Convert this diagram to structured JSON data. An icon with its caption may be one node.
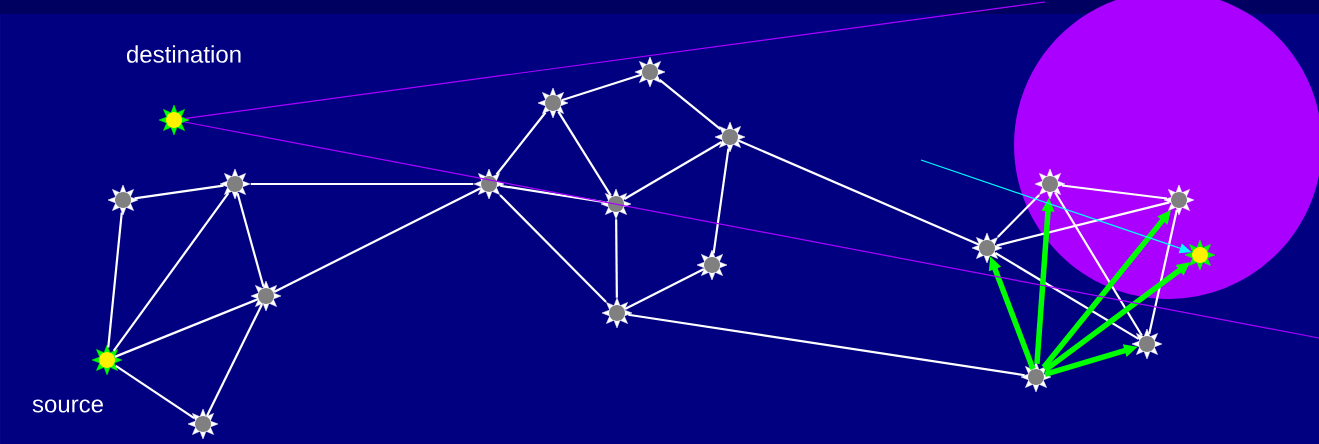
{
  "diagram": {
    "nodes": [
      {
        "text": [],
        "shape": "star",
        "beside": [
          "source"
        ]
      },
      {
        "text": [],
        "shape": "star"
      },
      {
        "text": [],
        "shape": "star",
        "beside": [
          "destination"
        ]
      },
      {
        "text": [],
        "shape": "star"
      },
      {
        "text": [],
        "shape": "star"
      },
      {
        "text": [],
        "shape": "star"
      },
      {
        "text": [],
        "shape": "star"
      },
      {
        "text": [],
        "shape": "star"
      },
      {
        "text": [],
        "shape": "star"
      },
      {
        "text": [],
        "shape": "star"
      },
      {
        "text": [],
        "shape": "star"
      },
      {
        "text": [],
        "shape": "star"
      },
      {
        "text": [],
        "shape": "star"
      },
      {
        "text": [],
        "shape": "star"
      },
      {
        "text": [],
        "shape": "star"
      },
      {
        "text": [],
        "shape": "star"
      },
      {
        "text": [],
        "shape": "star"
      },
      {
        "text": [],
        "shape": "star"
      },
      {
        "text": [],
        "shape": "star"
      }
    ],
    "edges": [
      {
        "from": 0,
        "to": 1,
        "arrow": "none"
      },
      {
        "from": 0,
        "to": 4,
        "arrow": "none"
      },
      {
        "from": 0,
        "to": 5,
        "arrow": "none"
      },
      {
        "from": 0,
        "to": 3,
        "arrow": "none"
      },
      {
        "from": 1,
        "to": 4,
        "arrow": "none"
      },
      {
        "from": 4,
        "to": 5,
        "arrow": "none"
      },
      {
        "from": 4,
        "to": 6,
        "arrow": "none"
      },
      {
        "from": 5,
        "to": 3,
        "arrow": "none"
      },
      {
        "from": 5,
        "to": 6,
        "arrow": "none"
      },
      {
        "from": 6,
        "to": 7,
        "arrow": "none"
      },
      {
        "from": 6,
        "to": 8,
        "arrow": "none"
      },
      {
        "from": 6,
        "to": 9,
        "arrow": "none"
      },
      {
        "from": 7,
        "to": 10,
        "arrow": "none"
      },
      {
        "from": 7,
        "to": 8,
        "arrow": "none"
      },
      {
        "from": 10,
        "to": 12,
        "arrow": "none"
      },
      {
        "from": 12,
        "to": 8,
        "arrow": "none"
      },
      {
        "from": 12,
        "to": 11,
        "arrow": "none"
      },
      {
        "from": 12,
        "to": 13,
        "arrow": "none"
      },
      {
        "from": 8,
        "to": 9,
        "arrow": "none"
      },
      {
        "from": 11,
        "to": 9,
        "arrow": "none"
      },
      {
        "from": 9,
        "to": 14,
        "arrow": "none"
      },
      {
        "from": 13,
        "to": 15,
        "arrow": "none"
      },
      {
        "from": 13,
        "to": 17,
        "arrow": "none"
      },
      {
        "from": 13,
        "to": 16,
        "arrow": "none"
      },
      {
        "from": 15,
        "to": 17,
        "arrow": "none"
      },
      {
        "from": 15,
        "to": 16,
        "arrow": "none"
      },
      {
        "from": 17,
        "to": 16,
        "arrow": "none"
      },
      {
        "from": 14,
        "to": 13,
        "arrow": "to",
        "style": "thick",
        "color": "#00ff00"
      },
      {
        "from": 14,
        "to": 15,
        "arrow": "to",
        "style": "thick",
        "color": "#00ff00"
      },
      {
        "from": 14,
        "to": 17,
        "arrow": "to",
        "style": "thick",
        "color": "#00ff00"
      },
      {
        "from": 14,
        "to": 18,
        "arrow": "to",
        "style": "thick",
        "color": "#00ff00"
      },
      {
        "from": 14,
        "to": 16,
        "arrow": "to",
        "style": "thick",
        "color": "#00ff00"
      },
      {
        "from": null,
        "to": 18,
        "arrow": "to",
        "color": "#00ffff"
      },
      {
        "from": 2,
        "to": null,
        "arrow": "none",
        "color": "#aa00ff"
      },
      {
        "from": 2,
        "to": null,
        "arrow": "none",
        "color": "#aa00ff"
      }
    ]
  }
}
